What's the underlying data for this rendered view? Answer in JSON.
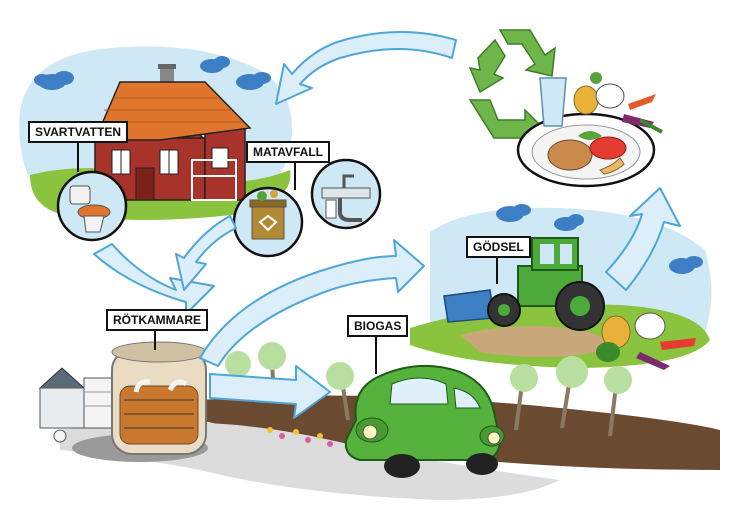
{
  "labels": {
    "svartvatten": "SVARTVATTEN",
    "matavfall": "MATAVFALL",
    "rotkammare": "RÖTKAMMARE",
    "biogas": "BIOGAS",
    "godsel": "GÖDSEL"
  },
  "colors": {
    "arrow_fill": "#dbeefa",
    "arrow_stroke": "#4da6d9",
    "house_red": "#a8332a",
    "roof_orange": "#e0762e",
    "car_green": "#55b33d",
    "tractor_green": "#4caa3a",
    "recycle_green": "#6fb64a",
    "ground_brown": "#6b4a32",
    "grass_green": "#8ac33d"
  },
  "icons": [
    "recycle-icon",
    "toilet-icon",
    "sink-icon",
    "compost-bin-icon",
    "vegetables-icon",
    "meal-plate-icon"
  ]
}
